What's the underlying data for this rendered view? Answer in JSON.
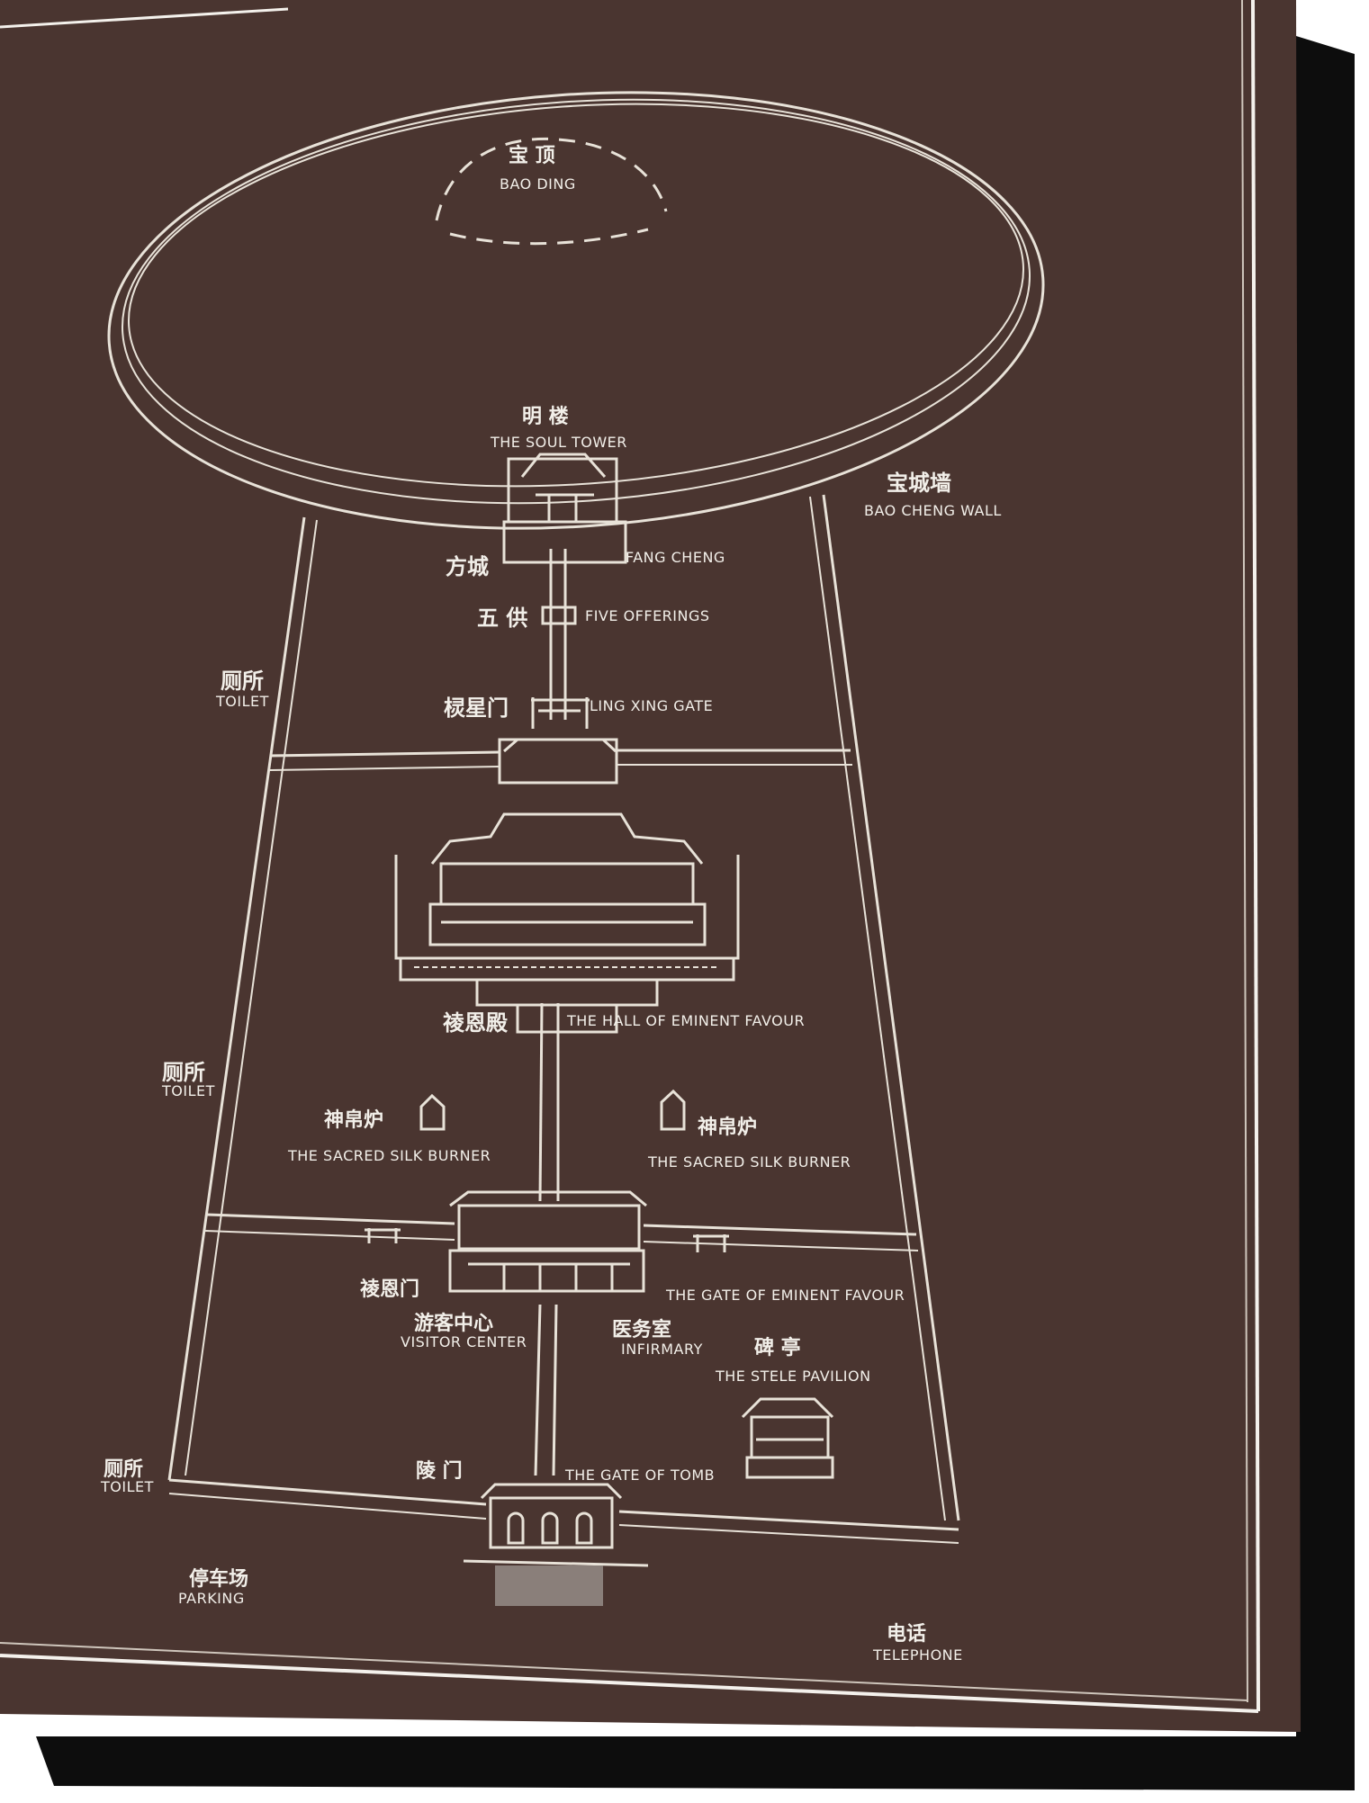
{
  "colors": {
    "board": "#4a3530",
    "board_dark": "#3a2824",
    "line": "#e8e2d8",
    "frame": "#f4f1ec",
    "shadow": "#111111"
  },
  "labels": {
    "bao_ding": {
      "zh": "宝 顶",
      "en": "BAO DING"
    },
    "soul_tower": {
      "zh": "明 楼",
      "en": "THE SOUL TOWER"
    },
    "bao_cheng": {
      "zh": "宝城墙",
      "en": "BAO CHENG WALL"
    },
    "fang_cheng": {
      "zh": "方城",
      "en": "FANG CHENG"
    },
    "five_offerings": {
      "zh": "五 供",
      "en": "FIVE OFFERINGS"
    },
    "ling_xing": {
      "zh": "棂星门",
      "en": "LING XING GATE"
    },
    "toilet_top": {
      "zh": "厕所",
      "en": "TOILET"
    },
    "hall": {
      "zh": "祾恩殿",
      "en": "THE HALL OF EMINENT FAVOUR"
    },
    "toilet_mid": {
      "zh": "厕所",
      "en": "TOILET"
    },
    "burner_left": {
      "zh": "神帛炉",
      "en": "THE SACRED SILK BURNER"
    },
    "burner_right": {
      "zh": "神帛炉",
      "en": "THE SACRED SILK BURNER"
    },
    "gate_favour": {
      "zh": "祾恩门",
      "en": "THE GATE OF EMINENT FAVOUR"
    },
    "visitor": {
      "zh": "游客中心",
      "en": "VISITOR CENTER"
    },
    "medical": {
      "zh": "医务室",
      "en": "INFIRMARY"
    },
    "stele": {
      "zh": "碑 亭",
      "en": "THE STELE PAVILION"
    },
    "tomb_gate": {
      "zh": "陵 门",
      "en": "THE GATE OF TOMB"
    },
    "toilet_bottom": {
      "zh": "厕所",
      "en": "TOILET"
    },
    "parking": {
      "zh": "停车场",
      "en": "PARKING"
    },
    "telephone": {
      "zh": "电话",
      "en": "TELEPHONE"
    }
  }
}
